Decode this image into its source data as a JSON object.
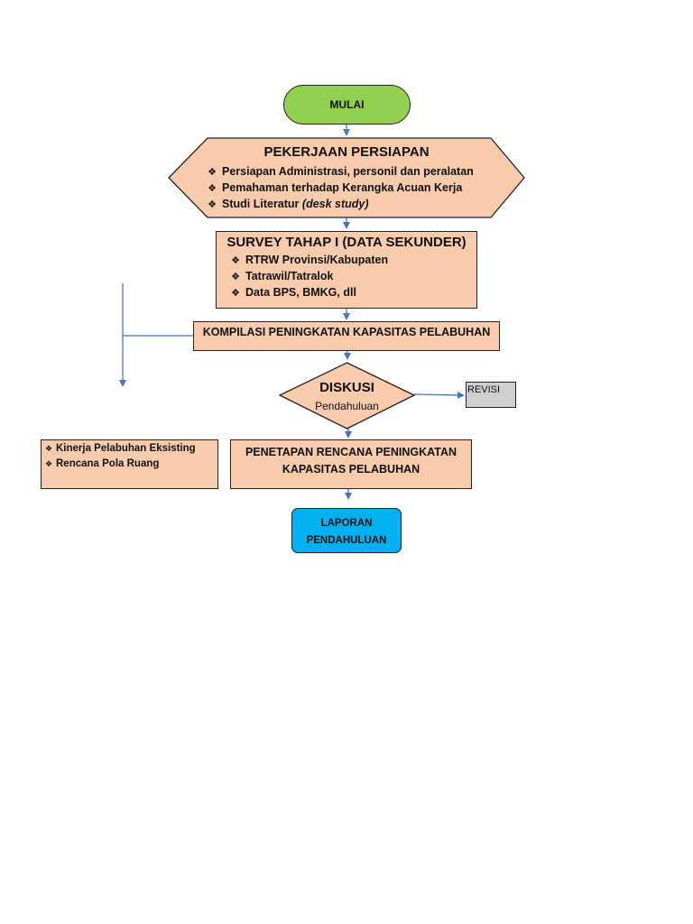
{
  "colors": {
    "start_fill": "#92d050",
    "process_fill": "#f8cbad",
    "revisi_fill": "#d0cece",
    "end_fill": "#00b0f0",
    "connector": "#4472c4",
    "outline": "#222222"
  },
  "bullet_glyph": "❖",
  "start": {
    "label": "MULAI"
  },
  "persiapan": {
    "title": "PEKERJAAN PERSIAPAN",
    "items": [
      {
        "text": "Persiapan Administrasi, personil dan peralatan"
      },
      {
        "text": "Pemahaman terhadap Kerangka Acuan Kerja"
      },
      {
        "text": "Studi Literatur",
        "italic_suffix": "(desk study)"
      }
    ]
  },
  "survey": {
    "title": "SURVEY TAHAP I (DATA SEKUNDER)",
    "items": [
      "RTRW Provinsi/Kabupaten",
      "Tatrawil/Tatralok",
      "Data BPS, BMKG, dll"
    ]
  },
  "kompilasi": {
    "label": "KOMPILASI PENINGKATAN KAPASITAS PELABUHAN"
  },
  "diskusi": {
    "title": "DISKUSI",
    "subtitle": "Pendahuluan"
  },
  "revisi": {
    "label": "REVISI"
  },
  "side_box": {
    "items": [
      "Kinerja Pelabuhan Eksisting",
      "Rencana Pola Ruang"
    ]
  },
  "penetapan": {
    "line1": "PENETAPAN RENCANA PENINGKATAN",
    "line2": "KAPASITAS PELABUHAN"
  },
  "laporan": {
    "line1": "LAPORAN",
    "line2": "PENDAHULUAN"
  }
}
